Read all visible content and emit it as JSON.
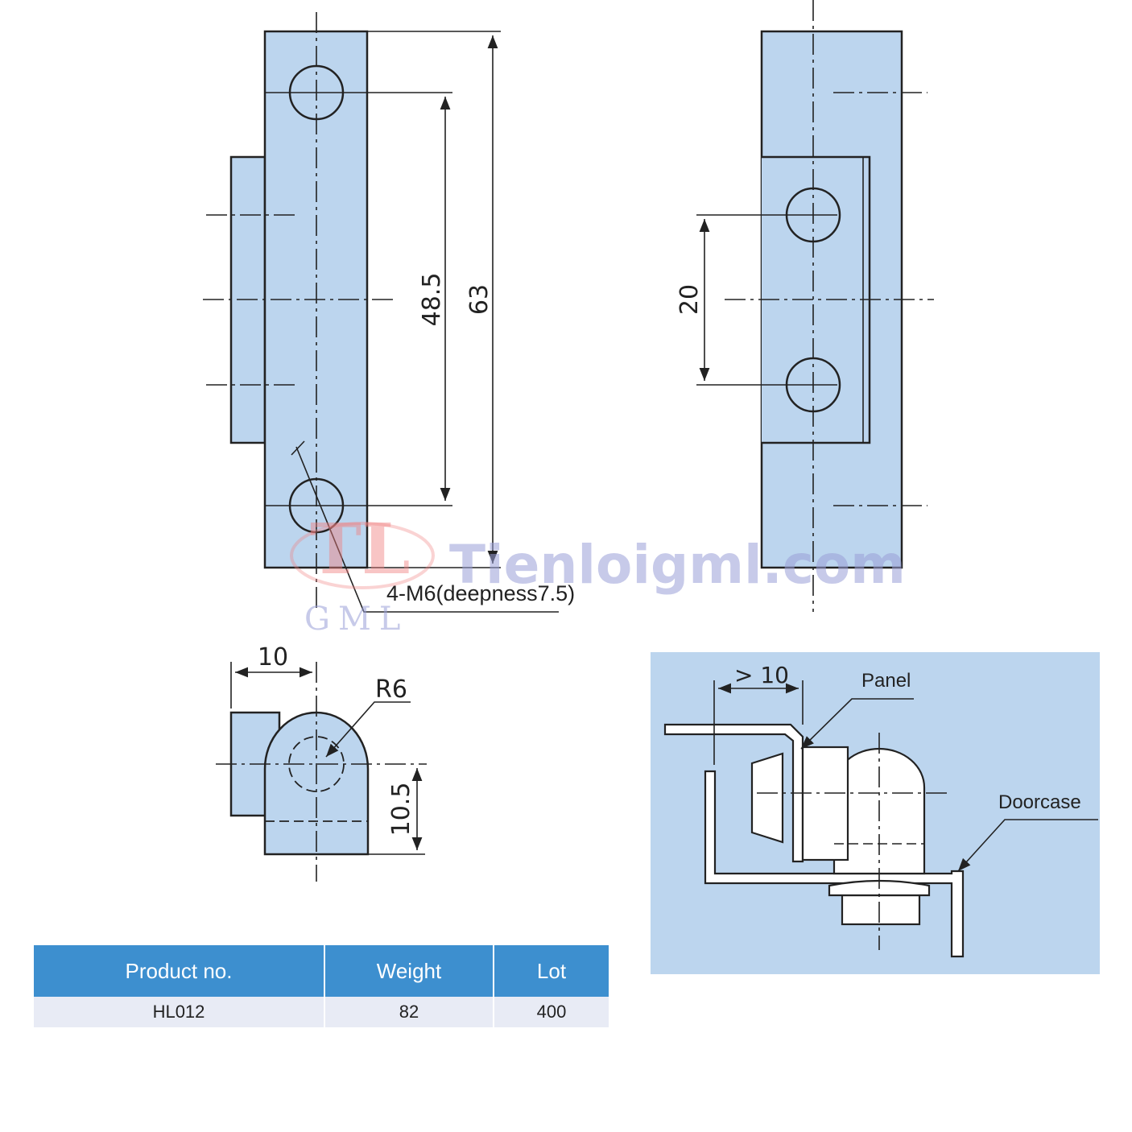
{
  "colors": {
    "part_fill": "#bcd5ee",
    "header_fill": "#3d8fcf",
    "row_fill": "#e8ebf5",
    "line": "#222222"
  },
  "dimensions": {
    "center_hole_spacing": "48.5",
    "overall_length": "63",
    "plate_hole_spacing": "20",
    "thread_note": "4-M6(deepness7.5)",
    "offset": "10",
    "radius": "R6",
    "height_from_center": "10.5"
  },
  "install_view": {
    "gap": "> 10",
    "panel_label": "Panel",
    "doorcase_label": "Doorcase"
  },
  "watermark": {
    "logo": "TL",
    "site": "Tienloigml.com",
    "sub": "GML"
  },
  "table": {
    "headers": [
      "Product no.",
      "Weight",
      "Lot"
    ],
    "rows": [
      [
        "HL012",
        "82",
        "400"
      ]
    ]
  }
}
